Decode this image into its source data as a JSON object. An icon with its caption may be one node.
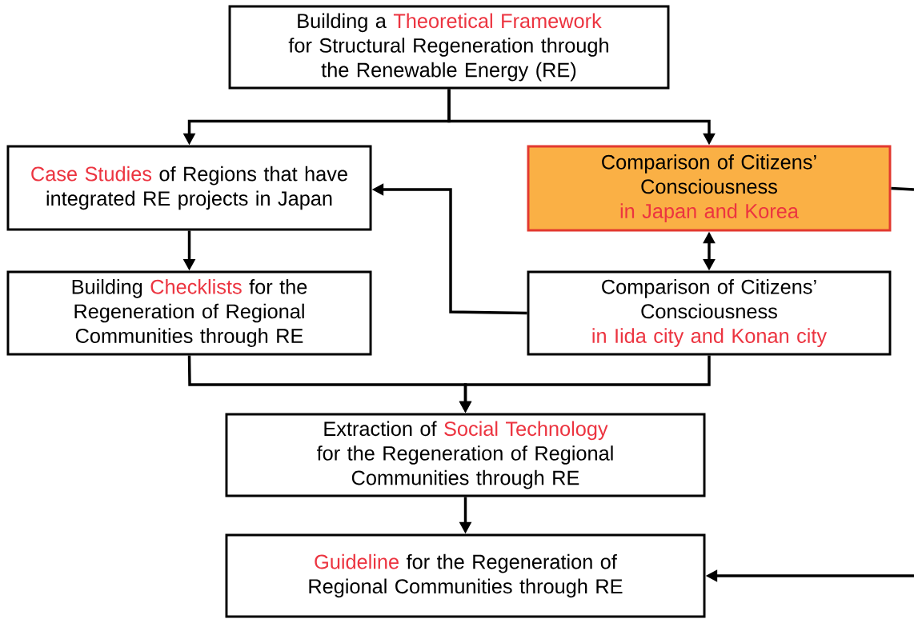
{
  "diagram": {
    "nodes": [
      {
        "text": [
          "Building a",
          "Theoretical Framework",
          "for Structural Regeneration through the Renewable Energy (RE)"
        ]
      },
      {
        "text": [
          "Case Studies",
          "of Regions that have integrated RE projects in Japan"
        ]
      },
      {
        "text": [
          "Comparison of Citizens’ Consciousness",
          "in Japan and Korea"
        ]
      },
      {
        "text": [
          "Building",
          "Checklists",
          "for the Regeneration of Regional Communities through RE"
        ]
      },
      {
        "text": [
          "Comparison of Citizens’ Consciousness",
          "in Iida city and Konan city"
        ]
      },
      {
        "text": [
          "Extraction of",
          "Social Technology",
          "for the Regeneration of Regional Communities through RE"
        ]
      },
      {
        "text": [
          "Guideline",
          "for the Regeneration of Regional Communities through RE"
        ]
      }
    ],
    "edges": [
      {
        "from": 0,
        "to": 1,
        "arrow": "to"
      },
      {
        "from": 0,
        "to": 2,
        "arrow": "to"
      },
      {
        "from": 1,
        "to": 3,
        "arrow": "to"
      },
      {
        "from": 4,
        "to": 1,
        "arrow": "to"
      },
      {
        "from": 2,
        "to": 4,
        "arrow": "both"
      },
      {
        "from": 3,
        "to": 5,
        "arrow": "to"
      },
      {
        "from": 4,
        "to": 5,
        "arrow": "to"
      },
      {
        "from": 5,
        "to": 6,
        "arrow": "to"
      },
      {
        "from": 2,
        "to": null,
        "arrow": "none"
      },
      {
        "from": null,
        "to": 6,
        "arrow": "to"
      }
    ]
  }
}
